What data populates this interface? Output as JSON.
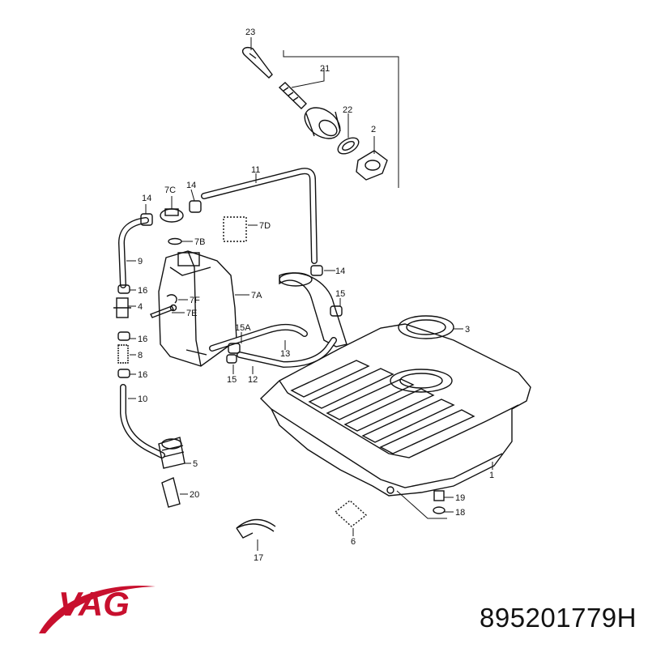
{
  "diagram": {
    "labels": [
      "23",
      "21",
      "22",
      "2",
      "11",
      "14",
      "7C",
      "14",
      "7D",
      "7B",
      "9",
      "14",
      "7A",
      "16",
      "7F",
      "15",
      "4",
      "7E",
      "3",
      "15A",
      "16",
      "13",
      "8",
      "15",
      "12",
      "16",
      "10",
      "5",
      "1",
      "20",
      "19",
      "18",
      "6",
      "17"
    ]
  },
  "brand": {
    "name": "VAG",
    "color": "#c8102e"
  },
  "part_number": "895201779H"
}
